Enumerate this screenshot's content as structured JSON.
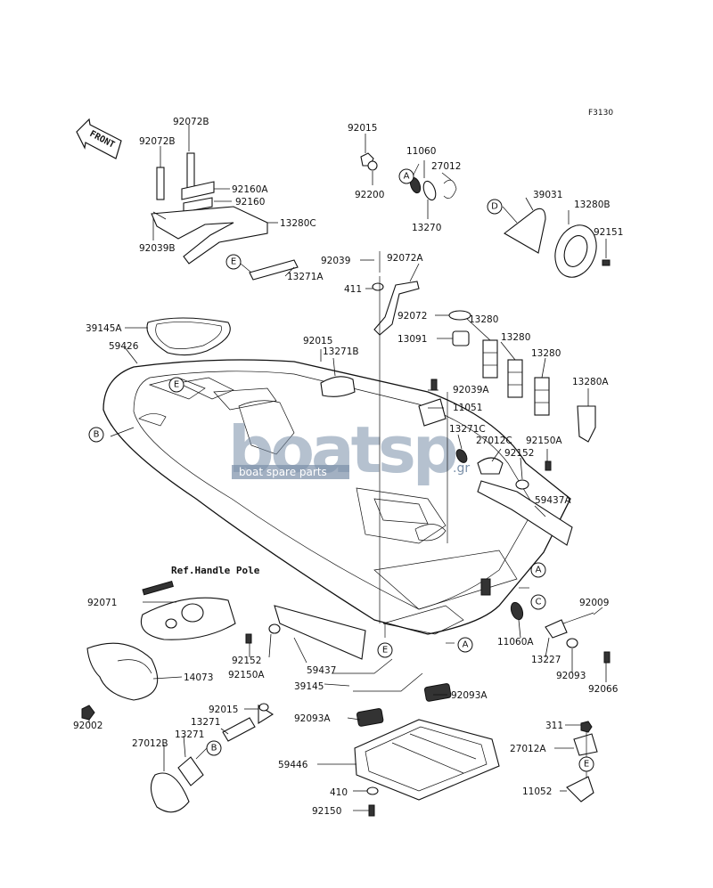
{
  "figure_code": "F3130",
  "front_label": "FRONT",
  "ref_text": "Ref.Handle Pole",
  "watermark": {
    "brand": "boatsp",
    "suffix": ".gr",
    "tagline": "boat spare parts"
  },
  "callouts": [
    "A",
    "B",
    "C",
    "D",
    "E"
  ],
  "parts": [
    "92072B",
    "92072B",
    "92160A",
    "92160",
    "13280C",
    "92039B",
    "13271A",
    "92015",
    "92200",
    "11060",
    "27012",
    "13270",
    "39031",
    "13280B",
    "92151",
    "92039",
    "92072A",
    "411",
    "92072",
    "13280",
    "13091",
    "13280",
    "13280",
    "13280A",
    "39145A",
    "59426",
    "92015",
    "13271B",
    "92039A",
    "11051",
    "13271C",
    "27012C",
    "92150A",
    "92152",
    "59437A",
    "92071",
    "92009",
    "11060A",
    "13227",
    "92093",
    "92066",
    "92152",
    "92150A",
    "59437",
    "39145",
    "92093A",
    "92093A",
    "14073",
    "92002",
    "92015",
    "13271",
    "13271",
    "27012B",
    "59446",
    "410",
    "92150",
    "311",
    "27012A",
    "11052"
  ]
}
